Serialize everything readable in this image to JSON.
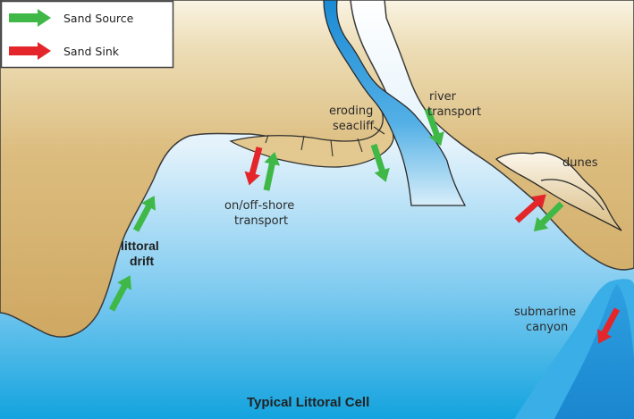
{
  "title": "Typical Littoral Cell",
  "legend": {
    "items": [
      {
        "label": "Sand Source",
        "color": "#3fb847"
      },
      {
        "label": "Sand Sink",
        "color": "#e4262b"
      }
    ]
  },
  "labels": {
    "river_transport": [
      "river",
      "transport"
    ],
    "eroding_seacliff": [
      "eroding",
      "seacliff"
    ],
    "on_off_shore": [
      "on/off-shore",
      "transport"
    ],
    "dunes": "dunes",
    "littoral_drift": [
      "littoral",
      "drift"
    ],
    "submarine_canyon": [
      "submarine",
      "canyon"
    ]
  },
  "colors": {
    "land": "#d9b774",
    "land_light": "#f3e8cc",
    "ocean_deep": "#1aa6df",
    "ocean_light": "#eef7fd",
    "river": "#1e8fd6",
    "canyon": "#1577c4",
    "source_arrow": "#3fb847",
    "sink_arrow": "#e4262b"
  }
}
